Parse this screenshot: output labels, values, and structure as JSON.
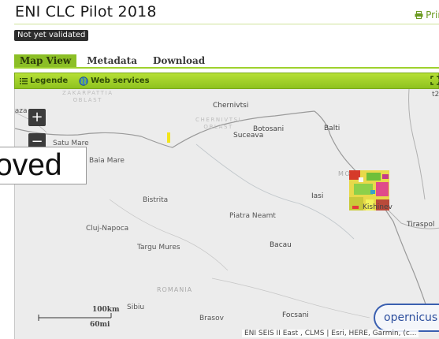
{
  "header": {
    "title": "ENI CLC Pilot 2018",
    "print_label": "Prin",
    "status_badge": "Not yet validated"
  },
  "tabs": [
    {
      "label": "Map View",
      "active": true
    },
    {
      "label": "Metadata",
      "active": false
    },
    {
      "label": "Download",
      "active": false
    }
  ],
  "map_toolbar": {
    "legend_label": "Legende",
    "webservices_label": "Web services"
  },
  "map": {
    "zoom_in": "+",
    "zoom_out": "−",
    "places": {
      "zakarpattia": "ZAKARPATTIA",
      "oblast1": "OBLAST",
      "chernivtsi": "Chernivtsi",
      "chernivtsi_region": "CHERNIVTSI",
      "oblast2": "OBLAST",
      "naza": "naza",
      "satu_mare": "Satu Mare",
      "baia_mare": "Baia Mare",
      "botosani": "Botosani",
      "suceava": "Suceava",
      "balti": "Balti",
      "mo": "MO",
      "bistrita": "Bistrita",
      "iasi": "Iasi",
      "kishinev": "Kishinev",
      "piatra_neamt": "Piatra Neamt",
      "cluj": "Cluj-Napoca",
      "tiraspol": "Tiraspol",
      "targu_mures": "Targu Mures",
      "bacau": "Bacau",
      "romania": "ROMANIA",
      "sibiu": "Sibiu",
      "brasov": "Brasov",
      "focsani": "Focsani",
      "topright": "t2"
    },
    "scale": {
      "km": "100km",
      "mi": "60mi"
    },
    "overlay_text": "oved",
    "logo_text": "opernicus",
    "attribution": "ENI SEIS II East , CLMS | Esri, HERE, Garmin, (c..."
  },
  "colors": {
    "accent_green": "#8cbf26",
    "toolbar_green": "#a8d42e",
    "badge_dark": "#2d2d2d"
  }
}
